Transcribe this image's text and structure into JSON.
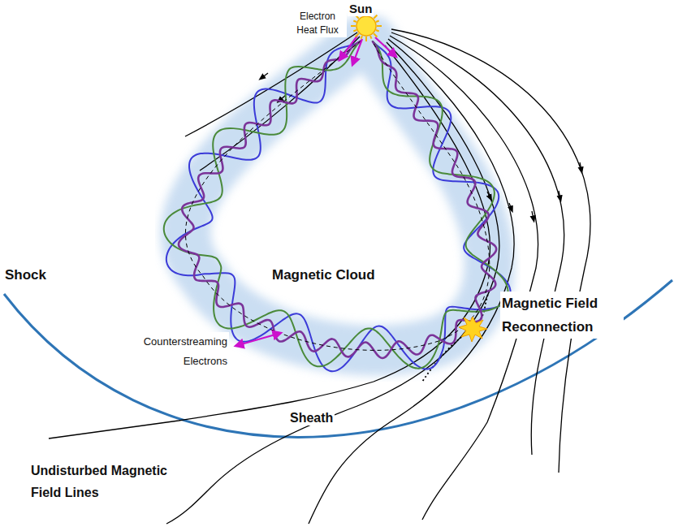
{
  "diagram": {
    "labels": [
      "Sun",
      "Electron Heat Flux",
      "Shock",
      "Magnetic Cloud",
      "Magnetic Field Reconnection",
      "Counterstreaming Electrons",
      "Sheath",
      "Undisturbed Magnetic Field Lines"
    ]
  }
}
